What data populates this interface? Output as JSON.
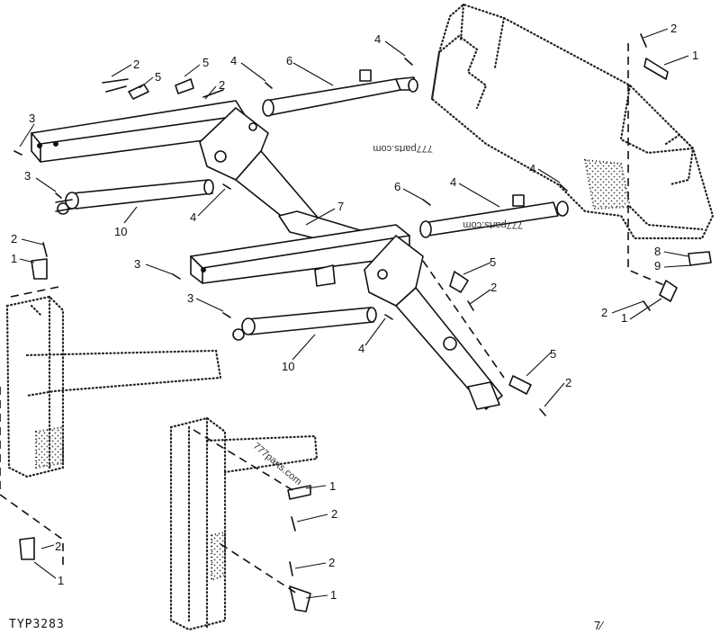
{
  "figure_code": "TYP3283",
  "watermarks": [
    "777parts.com",
    "777parts.com",
    "777parts.com"
  ],
  "corner_mark": "7⁄",
  "callouts": [
    {
      "label": "1"
    },
    {
      "label": "2"
    },
    {
      "label": "2"
    },
    {
      "label": "5"
    },
    {
      "label": "5"
    },
    {
      "label": "2"
    },
    {
      "label": "4"
    },
    {
      "label": "6"
    },
    {
      "label": "4"
    },
    {
      "label": "3"
    },
    {
      "label": "3"
    },
    {
      "label": "10"
    },
    {
      "label": "4"
    },
    {
      "label": "4"
    },
    {
      "label": "6"
    },
    {
      "label": "4"
    },
    {
      "label": "7"
    },
    {
      "label": "3"
    },
    {
      "label": "3"
    },
    {
      "label": "10"
    },
    {
      "label": "4"
    },
    {
      "label": "5"
    },
    {
      "label": "2"
    },
    {
      "label": "5"
    },
    {
      "label": "2"
    },
    {
      "label": "8"
    },
    {
      "label": "9"
    },
    {
      "label": "2"
    },
    {
      "label": "1"
    },
    {
      "label": "2"
    },
    {
      "label": "1"
    },
    {
      "label": "1"
    },
    {
      "label": "2"
    },
    {
      "label": "2"
    },
    {
      "label": "1"
    },
    {
      "label": "2"
    },
    {
      "label": "1"
    }
  ]
}
